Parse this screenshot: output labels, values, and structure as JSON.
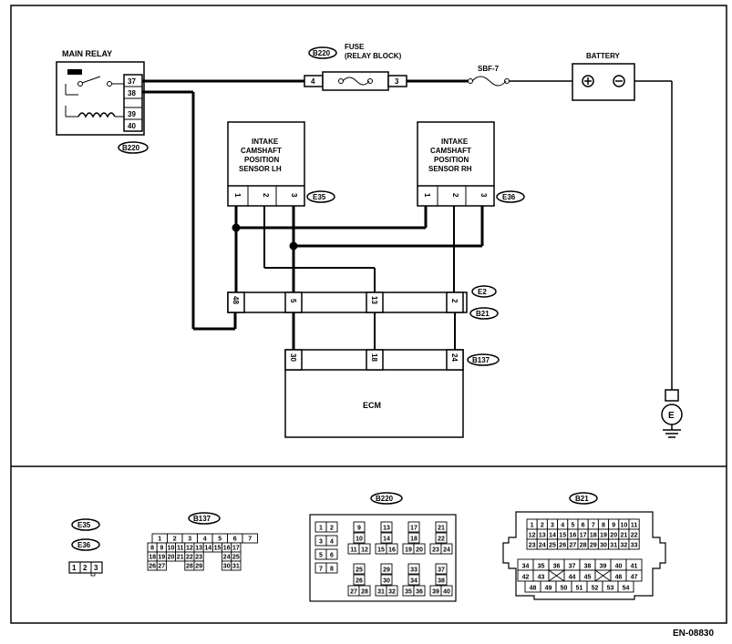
{
  "components": {
    "main_relay": {
      "label": "MAIN RELAY",
      "pins": [
        "37",
        "38",
        "39",
        "40"
      ],
      "connector": "B220"
    },
    "fuse": {
      "label_line1": "FUSE",
      "label_line2": "(RELAY BLOCK)",
      "connector": "B220",
      "pin_left": "4",
      "pin_right": "3"
    },
    "sbf": {
      "label": "SBF-7"
    },
    "battery": {
      "label": "BATTERY",
      "plus": "+",
      "minus": "−"
    },
    "sensor_lh": {
      "lines": [
        "INTAKE",
        "CAMSHAFT",
        "POSITION",
        "SENSOR LH"
      ],
      "pins": [
        "1",
        "2",
        "3"
      ],
      "connector": "E35"
    },
    "sensor_rh": {
      "lines": [
        "INTAKE",
        "CAMSHAFT",
        "POSITION",
        "SENSOR RH"
      ],
      "pins": [
        "1",
        "2",
        "3"
      ],
      "connector": "E36"
    },
    "joint": {
      "pins": [
        "48",
        "5",
        "13",
        "2"
      ],
      "connector_top": "E2",
      "connector_bottom": "B21"
    },
    "ecm": {
      "label": "ECM",
      "pins": [
        "30",
        "18",
        "24"
      ],
      "connector": "B137"
    },
    "ground": {
      "label": "E"
    }
  },
  "connectors": {
    "e35": "E35",
    "e36": "E36",
    "e35_e36_pins": [
      "1",
      "2",
      "3"
    ],
    "b137": {
      "label": "B137",
      "rows": [
        [
          "1",
          "2",
          "3",
          "4",
          "5",
          "6",
          "7"
        ],
        [
          "8",
          "9",
          "10",
          "11",
          "12",
          "13",
          "14",
          "15",
          "16",
          "17"
        ],
        [
          "18",
          "19",
          "20",
          "21",
          "22",
          "23",
          "",
          "",
          "24",
          "25"
        ],
        [
          "26",
          "27",
          "",
          "",
          "28",
          "29",
          "",
          "",
          "30",
          "31"
        ]
      ]
    },
    "b220": {
      "label": "B220",
      "cells": [
        "1",
        "2",
        "3",
        "4",
        "5",
        "6",
        "7",
        "8",
        "9",
        "10",
        "11",
        "12",
        "13",
        "14",
        "15",
        "16",
        "17",
        "18",
        "19",
        "20",
        "21",
        "22",
        "23",
        "24",
        "25",
        "26",
        "27",
        "28",
        "29",
        "30",
        "31",
        "32",
        "33",
        "34",
        "35",
        "36",
        "37",
        "38",
        "39",
        "40"
      ]
    },
    "b21": {
      "label": "B21",
      "rows": [
        [
          "1",
          "2",
          "3",
          "4",
          "5",
          "6",
          "7",
          "8",
          "9",
          "10",
          "11"
        ],
        [
          "12",
          "13",
          "14",
          "15",
          "16",
          "17",
          "18",
          "19",
          "20",
          "21",
          "22"
        ],
        [
          "23",
          "24",
          "25",
          "26",
          "27",
          "28",
          "29",
          "30",
          "31",
          "32",
          "33"
        ],
        [
          "34",
          "35",
          "36",
          "37",
          "38",
          "39",
          "40",
          "41"
        ],
        [
          "42",
          "43",
          "",
          "44",
          "45",
          "",
          "46",
          "47"
        ],
        [
          "48",
          "49",
          "50",
          "51",
          "52",
          "53",
          "54"
        ]
      ]
    }
  },
  "code": "EN-08830"
}
